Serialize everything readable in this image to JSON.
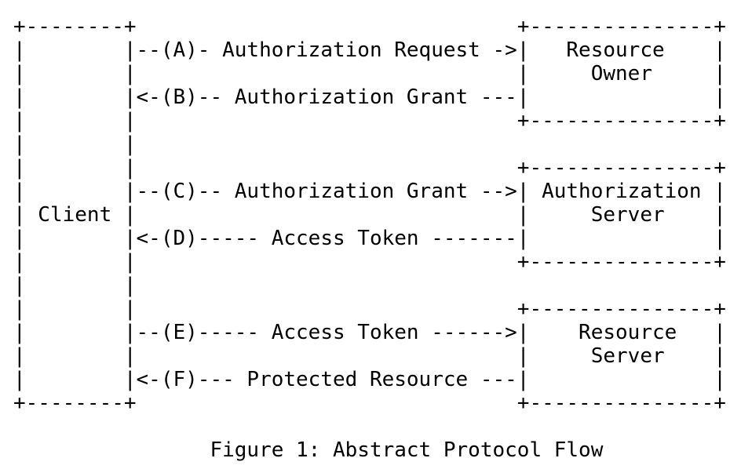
{
  "figure": {
    "ascii_lines": [
      "+--------+                               +---------------+",
      "|        |--(A)- Authorization Request ->|   Resource    |",
      "|        |                               |     Owner     |",
      "|        |<-(B)-- Authorization Grant ---|               |",
      "|        |                               +---------------+",
      "|        |",
      "|        |                               +---------------+",
      "|        |--(C)-- Authorization Grant -->| Authorization |",
      "| Client |                               |     Server    |",
      "|        |<-(D)----- Access Token -------|               |",
      "|        |                               +---------------+",
      "|        |",
      "|        |                               +---------------+",
      "|        |--(E)----- Access Token ------>|    Resource   |",
      "|        |                               |     Server    |",
      "|        |<-(F)--- Protected Resource ---|               |",
      "+--------+                               +---------------+"
    ],
    "caption": "Figure 1: Abstract Protocol Flow"
  },
  "diagram": {
    "type": "ascii-protocol-flow",
    "entities": [
      {
        "id": "client",
        "label": "Client"
      },
      {
        "id": "resource-owner",
        "label": "Resource Owner"
      },
      {
        "id": "authorization-server",
        "label": "Authorization Server"
      },
      {
        "id": "resource-server",
        "label": "Resource Server"
      }
    ],
    "steps": [
      {
        "id": "A",
        "label": "Authorization Request",
        "arrow": "->",
        "from": "Client",
        "to": "Resource Owner"
      },
      {
        "id": "B",
        "label": "Authorization Grant",
        "arrow": "<-",
        "from": "Resource Owner",
        "to": "Client"
      },
      {
        "id": "C",
        "label": "Authorization Grant",
        "arrow": "->",
        "from": "Client",
        "to": "Authorization Server"
      },
      {
        "id": "D",
        "label": "Access Token",
        "arrow": "<-",
        "from": "Authorization Server",
        "to": "Client"
      },
      {
        "id": "E",
        "label": "Access Token",
        "arrow": "->",
        "from": "Client",
        "to": "Resource Server"
      },
      {
        "id": "F",
        "label": "Protected Resource",
        "arrow": "<-",
        "from": "Resource Server",
        "to": "Client"
      }
    ]
  },
  "colors": {
    "text": "#000000",
    "background": "#ffffff"
  }
}
